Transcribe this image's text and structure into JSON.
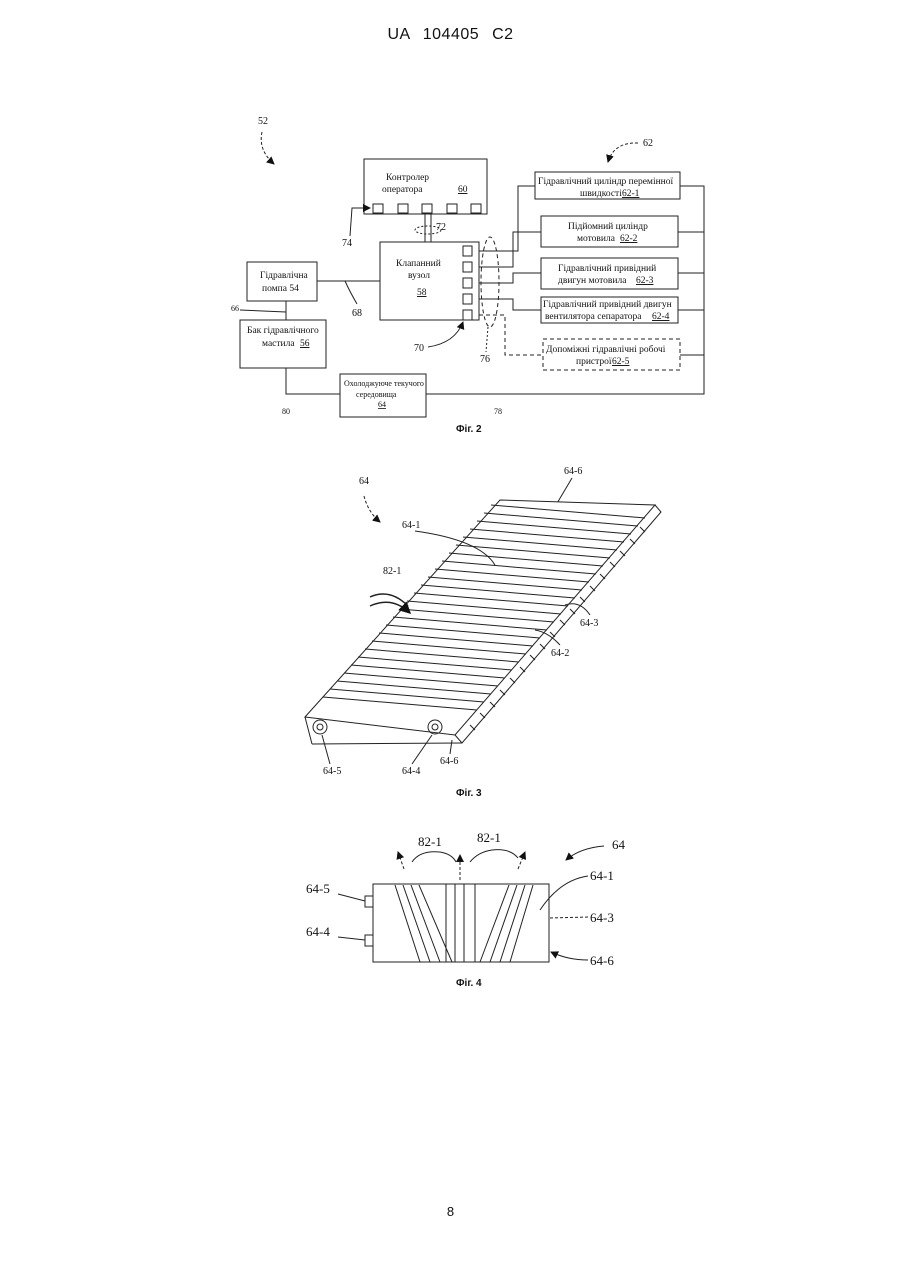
{
  "header": {
    "text": "UA   104405   C2"
  },
  "page_number": "8",
  "fig2": {
    "caption": "Фіг. 2",
    "refs": {
      "system": "52",
      "group": "62",
      "r74": "74",
      "r72": "72",
      "r66": "66",
      "r68": "68",
      "r70": "70",
      "r76": "76",
      "r80": "80",
      "r78": "78"
    },
    "controller": {
      "line1": "Контролер",
      "line2": "оператора",
      "ref": "60"
    },
    "valve": {
      "line1": "Клапанний",
      "line2": "вузол",
      "ref": "58"
    },
    "pump": {
      "line1": "Гідравлічна",
      "line2": "помпа 54"
    },
    "tank": {
      "line1": "Бак  гідравлічного",
      "line2": "мастила",
      "ref": "56"
    },
    "cooler": {
      "line1": "Охолоджуюче текучого",
      "line2": "середовища",
      "ref": "64"
    },
    "outputs": [
      {
        "line1": "Гідравлічний циліндр перемінної",
        "line2": "швидкості",
        "ref": "62-1"
      },
      {
        "line1": "Підйомний циліндр",
        "line2": "мотовила",
        "ref": "62-2"
      },
      {
        "line1": "Гідравлічний привідний",
        "line2": "двигун мотовила",
        "ref": "62-3"
      },
      {
        "line1": "Гідравлічний привідний двигун",
        "line2": "вентилятора  сепаратора",
        "ref": "62-4"
      },
      {
        "line1": "Допоміжні гідравлічні робочі",
        "line2": "пристрої",
        "ref": "62-5"
      }
    ]
  },
  "fig3": {
    "caption": "Фіг. 3",
    "refs": {
      "r64": "64",
      "r64_6_top": "64-6",
      "r64_1": "64-1",
      "r82_1": "82-1",
      "r64_3": "64-3",
      "r64_2": "64-2",
      "r64_5": "64-5",
      "r64_4": "64-4",
      "r64_6_bottom": "64-6"
    }
  },
  "fig4": {
    "caption": "Фіг. 4",
    "refs": {
      "r82_1_left": "82-1",
      "r82_1_right": "82-1",
      "r64": "64",
      "r64_1": "64-1",
      "r64_5": "64-5",
      "r64_3": "64-3",
      "r64_4": "64-4",
      "r64_6": "64-6"
    }
  }
}
